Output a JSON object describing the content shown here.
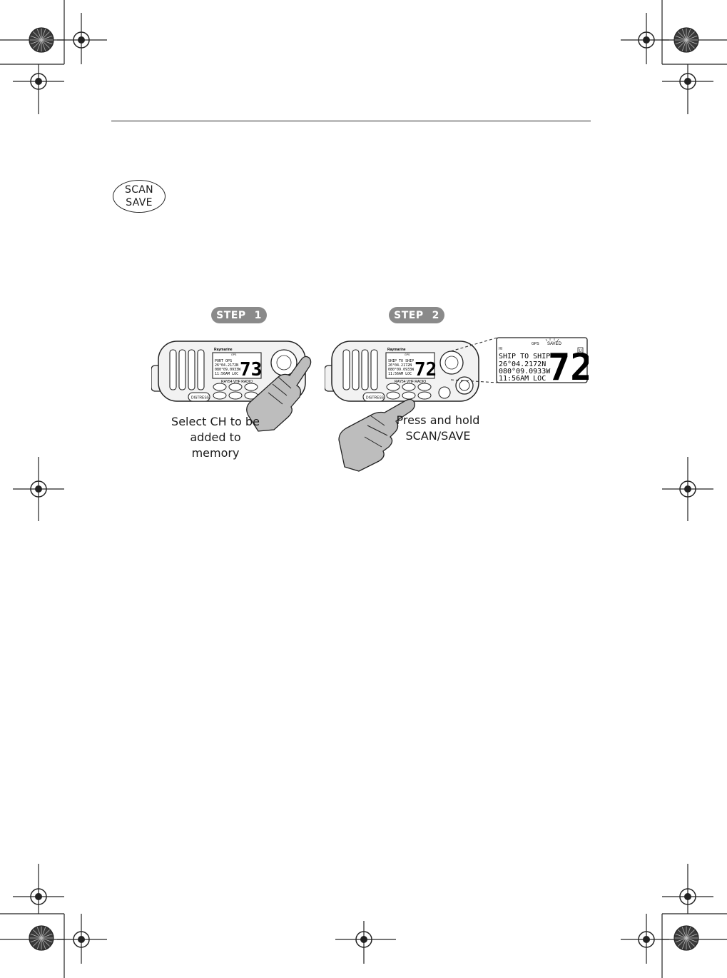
{
  "page": {
    "key_badge": {
      "line1": "SCAN",
      "line2": "SAVE"
    }
  },
  "steps": [
    {
      "label": "STEP",
      "number": "1",
      "caption_line1": "Select CH to be",
      "caption_line2": "added to memory",
      "radio": {
        "brand": "Raymarine",
        "gps": "GPS",
        "channel": "73",
        "lines": [
          "PORT OPS",
          "26°04.2172N",
          "080°09.0933W",
          "11:56AM LOC"
        ],
        "model": "RAY54 VHF RADIO",
        "distress": "DISTRESS"
      }
    },
    {
      "label": "STEP",
      "number": "2",
      "caption_line1": "Press and hold",
      "caption_line2": "SCAN/SAVE",
      "radio": {
        "brand": "Raymarine",
        "gps": "GPS",
        "channel": "72",
        "lines": [
          "SHIP TO SHIP",
          "26°04.2172N",
          "080°09.0933W",
          "11:56AM LOC"
        ],
        "model": "RAY54 VHF RADIO",
        "distress": "DISTRESS"
      }
    }
  ],
  "zoom_display": {
    "hi": "HI",
    "gps": "GPS",
    "saved": "SAVED",
    "lines": [
      "SHIP TO SHIP",
      "26°04.2172N",
      "080°09.0933W",
      "11:56AM LOC"
    ],
    "channel": "72",
    "u_badge": "U"
  },
  "colors": {
    "ink": "#1a1a1a",
    "step_pill": "#8a8a8a",
    "hand": "#bdbdbd",
    "radio_body": "#f2f2f2"
  }
}
